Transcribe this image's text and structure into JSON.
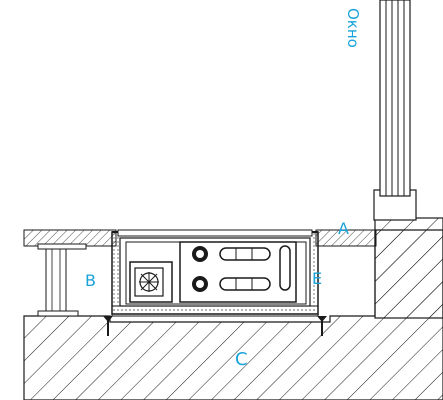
{
  "colors": {
    "line": "#1a1a1a",
    "label": "#1aa3d9",
    "background": "#ffffff"
  },
  "labels": {
    "window": "Окно",
    "a": "A",
    "b": "B",
    "c": "C",
    "e": "E"
  }
}
